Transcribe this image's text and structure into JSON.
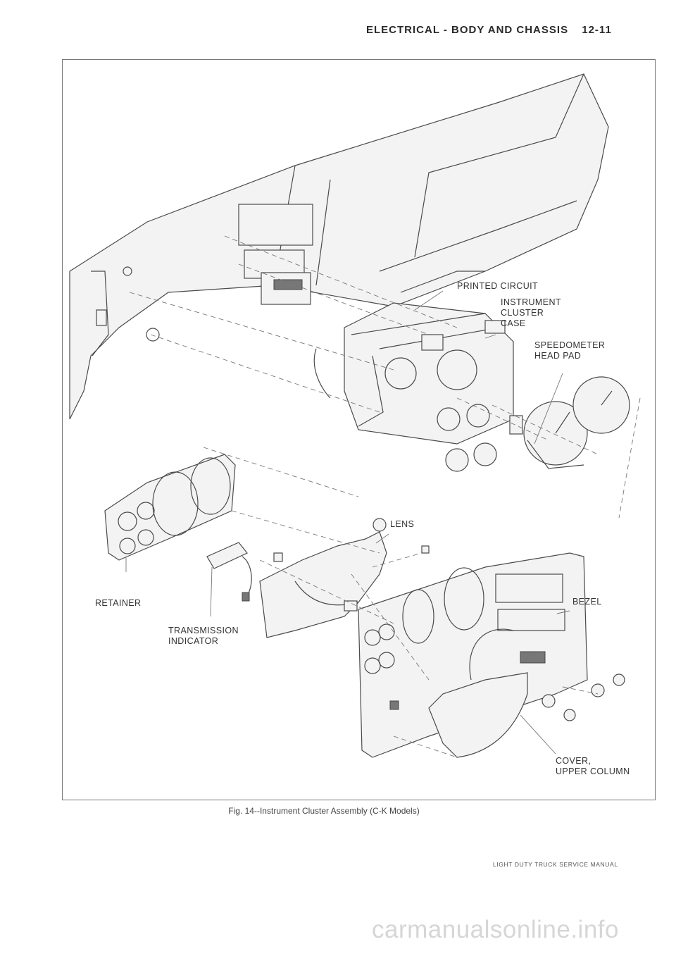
{
  "header": {
    "section": "ELECTRICAL - BODY AND CHASSIS",
    "page_number": "12-11"
  },
  "figure": {
    "callouts": {
      "printed_circuit": "PRINTED CIRCUIT",
      "instrument": "INSTRUMENT",
      "cluster": "CLUSTER",
      "case": "CASE",
      "speedometer": "SPEEDOMETER",
      "head_pad": "HEAD PAD",
      "lens": "LENS",
      "retainer": "RETAINER",
      "bezel": "BEZEL",
      "transmission": "TRANSMISSION",
      "indicator": "INDICATOR",
      "cover": "COVER,",
      "upper_column": "UPPER COLUMN"
    },
    "caption": "Fig. 14--Instrument Cluster Assembly (C-K Models)"
  },
  "footer": {
    "manual_title": "LIGHT DUTY TRUCK SERVICE MANUAL"
  },
  "watermark": {
    "text": "carmanualsonline.info"
  }
}
